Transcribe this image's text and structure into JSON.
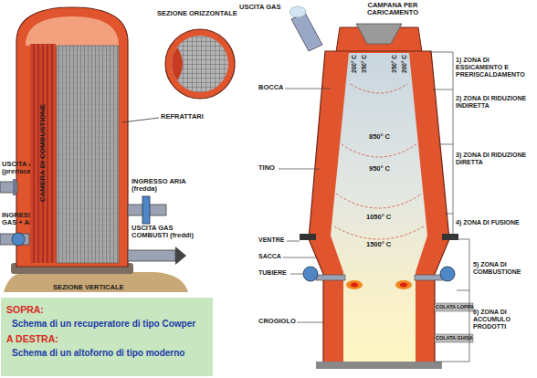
{
  "diagram": {
    "nodes": [
      {
        "text": [
          "CAMERA DI COMBUSTIONE"
        ]
      },
      {
        "text": [
          "SOPRA:",
          "Schema di un recuperatore di tipo Cowper",
          "A DESTRA:",
          "Schema di un altoforno di tipo moderno"
        ]
      }
    ],
    "labels": [
      "SEZIONE ORIZZONTALE",
      "REFRATTARI",
      "USCITA ARIA (preriscaldata)",
      "INGRESSO ARIA (fredda)",
      "INGRESSO GAS + ARIA",
      "USCITA GAS COMBUSTI (freddi)",
      "SEZIONE VERTICALE",
      "USCITA GAS",
      "CAMPANA PER CARICAMENTO",
      "BOCCA",
      "TINO",
      "VENTRE",
      "SACCA",
      "TUBIERE",
      "CROGIOLO",
      "200° C",
      "350° C",
      "350° C",
      "200° C",
      "850° C",
      "950° C",
      "1050° C",
      "1500° C",
      "1) ZONA DI ESSICAMENTO E PRERISCALDAMENTO",
      "2) ZONA DI RIDUZIONE INDIRETTA",
      "3) ZONA DI RIDUZIONE DIRETTA",
      "4) ZONA DI FUSIONE",
      "5) ZONA DI COMBUSTIONE",
      "6) ZONA DI ACCUMULO PRODOTTI",
      "COLATA LOPPA",
      "COLATA GHISA"
    ]
  }
}
